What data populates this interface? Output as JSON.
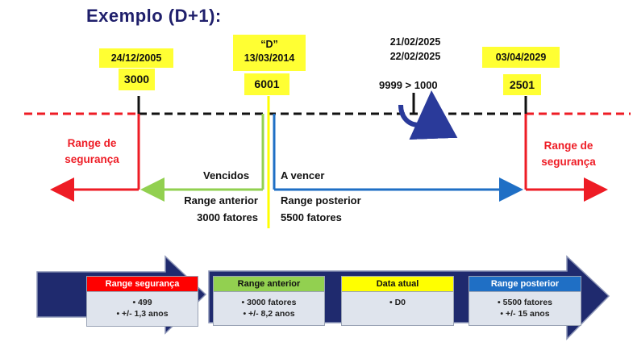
{
  "title": "Exemplo (D+1):",
  "timeline": {
    "left_marker": {
      "date": "24/12/2005",
      "value": "3000"
    },
    "d_marker": {
      "label": "“D”",
      "date": "13/03/2014",
      "value": "6001"
    },
    "rollover": {
      "dates": [
        "21/02/2025",
        "22/02/2025"
      ],
      "text": "9999 > 1000"
    },
    "right_marker": {
      "date": "03/04/2029",
      "value": "2501"
    },
    "safety_left": [
      "Range de",
      "segurança"
    ],
    "safety_right": [
      "Range de",
      "segurança"
    ],
    "expired": "Vencidos",
    "to_expire": "A vencer",
    "range_previous": [
      "Range anterior",
      "3000 fatores"
    ],
    "range_next": [
      "Range posterior",
      "5500 fatores"
    ]
  },
  "boxes": [
    {
      "header": "Range segurança",
      "header_color": "#ff0000",
      "header_text_color": "#ffffff",
      "lines": [
        "• 499",
        "• +/- 1,3 anos"
      ]
    },
    {
      "header": "Range anterior",
      "header_color": "#92d050",
      "header_text_color": "#111111",
      "lines": [
        "• 3000 fatores",
        "• +/- 8,2 anos"
      ]
    },
    {
      "header": "Data atual",
      "header_color": "#ffff00",
      "header_text_color": "#111111",
      "lines": [
        "• D0"
      ]
    },
    {
      "header": "Range posterior",
      "header_color": "#1f6fc5",
      "header_text_color": "#ffffff",
      "lines": [
        "• 5500 fatores",
        "• +/- 15 anos"
      ]
    }
  ],
  "colors": {
    "red": "#ee1c25",
    "green": "#92d050",
    "blue": "#1f6fc5",
    "yellow": "#ffff00",
    "navy": "#1f2a6e",
    "black": "#111111"
  }
}
